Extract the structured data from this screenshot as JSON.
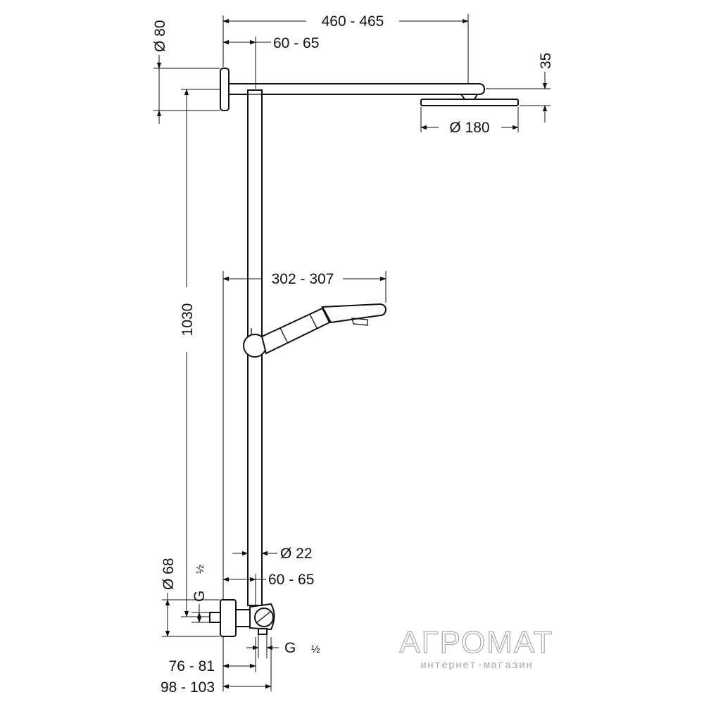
{
  "dimensions": {
    "overall_width": "460 - 465",
    "top_offset": "60 - 65",
    "flange_diameter": "Ø 80",
    "head_height": "35",
    "head_diameter": "Ø 180",
    "handshower_reach": "302 - 307",
    "height": "1030",
    "pipe_diameter": "Ø 22",
    "bottom_offset": "60 - 65",
    "mixer_diameter": "Ø 68",
    "thread_left": "G",
    "thread_left_frac": "½",
    "thread_right": "G",
    "thread_right_frac": "½",
    "depth_a": "76 - 81",
    "depth_b": "98 - 103"
  },
  "watermark": {
    "title": "АГРОМАТ",
    "subtitle": "интернет-магазин"
  }
}
